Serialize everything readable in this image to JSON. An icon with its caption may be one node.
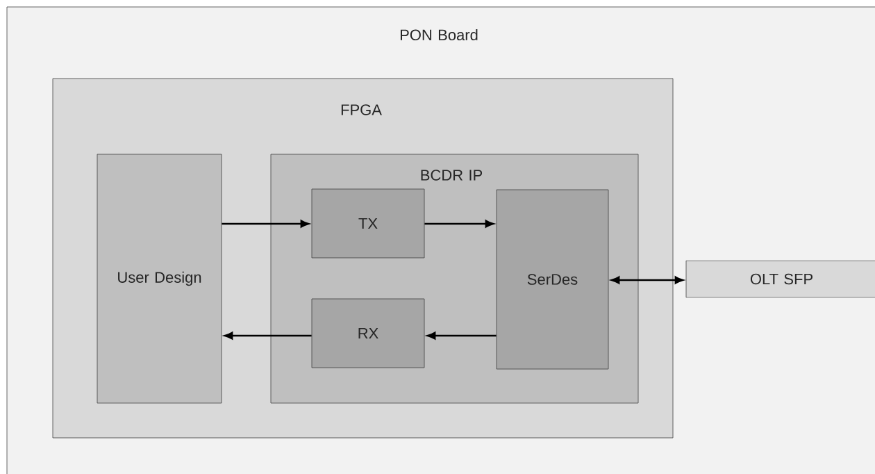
{
  "diagram": {
    "nodes": [
      {
        "text": [
          "PON Board"
        ]
      },
      {
        "text": [
          "FPGA"
        ],
        "in": 0
      },
      {
        "text": [
          "User Design"
        ],
        "in": 1
      },
      {
        "text": [
          "BCDR IP"
        ],
        "in": 1
      },
      {
        "text": [
          "TX"
        ],
        "in": 3
      },
      {
        "text": [
          "RX"
        ],
        "in": 3
      },
      {
        "text": [
          "SerDes"
        ],
        "in": 3
      },
      {
        "text": [
          "OLT SFP"
        ],
        "in": 0
      }
    ],
    "edges": [
      {
        "from": 2,
        "to": 4,
        "arrow": "to"
      },
      {
        "from": 4,
        "to": 6,
        "arrow": "to"
      },
      {
        "from": 6,
        "to": 5,
        "arrow": "to"
      },
      {
        "from": 5,
        "to": 2,
        "arrow": "to"
      },
      {
        "from": 6,
        "to": 7,
        "arrow": "both"
      }
    ]
  }
}
